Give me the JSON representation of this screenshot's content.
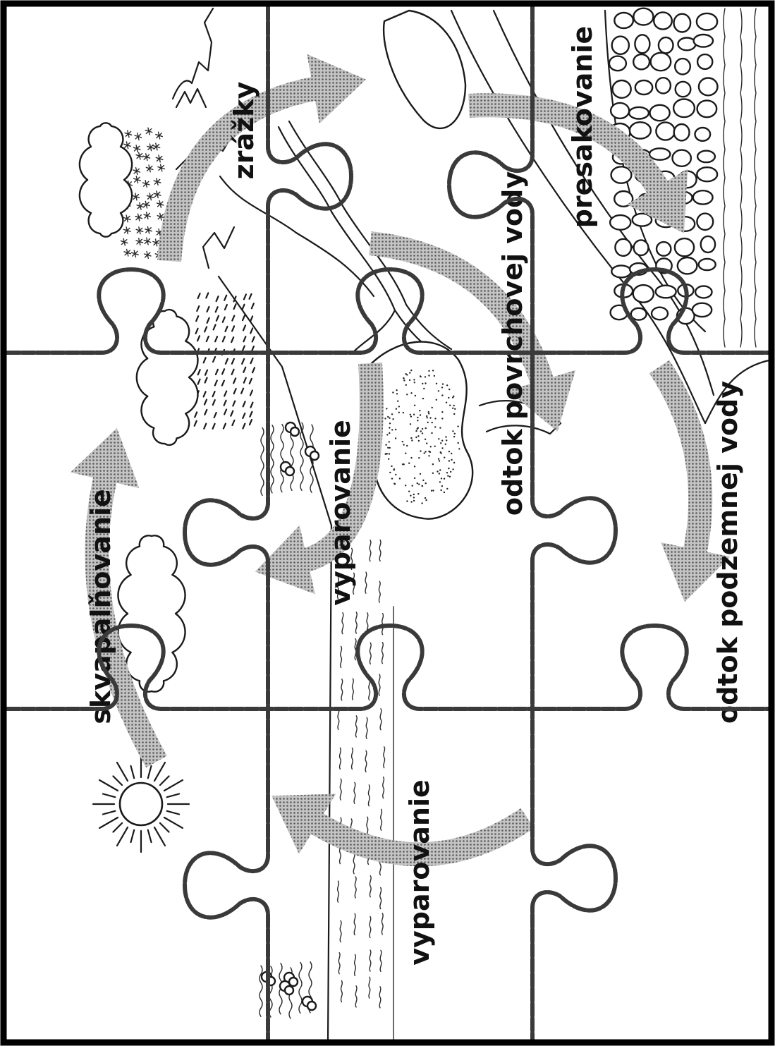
{
  "labels": {
    "condensation": "skvapalňovanie",
    "precipitation": "zrážky",
    "evaporation_land": "vyparovanie",
    "evaporation_sea": "vyparovanie",
    "surface_runoff": "odtok povrchovej vody",
    "infiltration": "presakovanie",
    "groundwater_runoff": "odtok podzemnej vody"
  },
  "colors": {
    "label_ink": "#111111",
    "puzzle_line": "#3a3a3a",
    "frame": "#000000",
    "arrow_fill": "#c4c4c4",
    "arrow_dots": "#5a5a5a"
  },
  "icons": [
    "sun-icon",
    "cloud-icon",
    "snowflake-icon",
    "raindrop-icon",
    "stone-icon"
  ]
}
